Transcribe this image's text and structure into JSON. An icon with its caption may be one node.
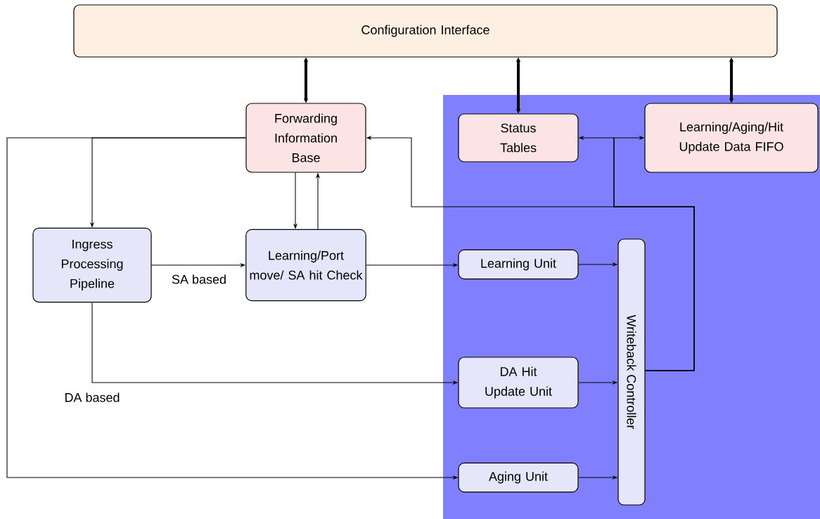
{
  "diagram": {
    "nodes": [
      {
        "text": [
          "Configuration Interface"
        ]
      },
      {
        "text": [
          "Forwarding Information Base"
        ]
      },
      {
        "text": [
          "Status Tables"
        ]
      },
      {
        "text": [
          "Learning/Aging/Hit Update Data FIFO"
        ]
      },
      {
        "text": [
          "Ingress Processing Pipeline"
        ]
      },
      {
        "text": [
          "Learning/Port move/ SA hit Check"
        ]
      },
      {
        "text": [
          "Learning Unit"
        ]
      },
      {
        "text": [
          "DA Hit Update Unit"
        ]
      },
      {
        "text": [
          "Aging Unit"
        ]
      },
      {
        "text": [
          "Writeback Controller"
        ]
      }
    ],
    "edges": [
      {
        "from": 0,
        "to": 1,
        "arrow": "both",
        "style": "thick"
      },
      {
        "from": 0,
        "to": 2,
        "arrow": "both",
        "style": "thick"
      },
      {
        "from": 0,
        "to": 3,
        "arrow": "both",
        "style": "thick"
      },
      {
        "from": 1,
        "to": 4,
        "arrow": "to"
      },
      {
        "from": 1,
        "to": 8,
        "arrow": "to"
      },
      {
        "from": 1,
        "to": 5,
        "arrow": "to"
      },
      {
        "from": 5,
        "to": 1,
        "arrow": "to"
      },
      {
        "from": 4,
        "to": 5,
        "arrow": "to",
        "label": "SA based"
      },
      {
        "from": 4,
        "to": 7,
        "arrow": "to",
        "label": "DA based"
      },
      {
        "from": 5,
        "to": 6,
        "arrow": "to"
      },
      {
        "from": 6,
        "to": 9,
        "arrow": "to"
      },
      {
        "from": 7,
        "to": 9,
        "arrow": "to"
      },
      {
        "from": 8,
        "to": 9,
        "arrow": "to"
      },
      {
        "from": 9,
        "to": 1,
        "arrow": "to"
      },
      {
        "from": 9,
        "to": 2,
        "arrow": "to"
      },
      {
        "from": 9,
        "to": 3,
        "arrow": "to"
      }
    ]
  }
}
